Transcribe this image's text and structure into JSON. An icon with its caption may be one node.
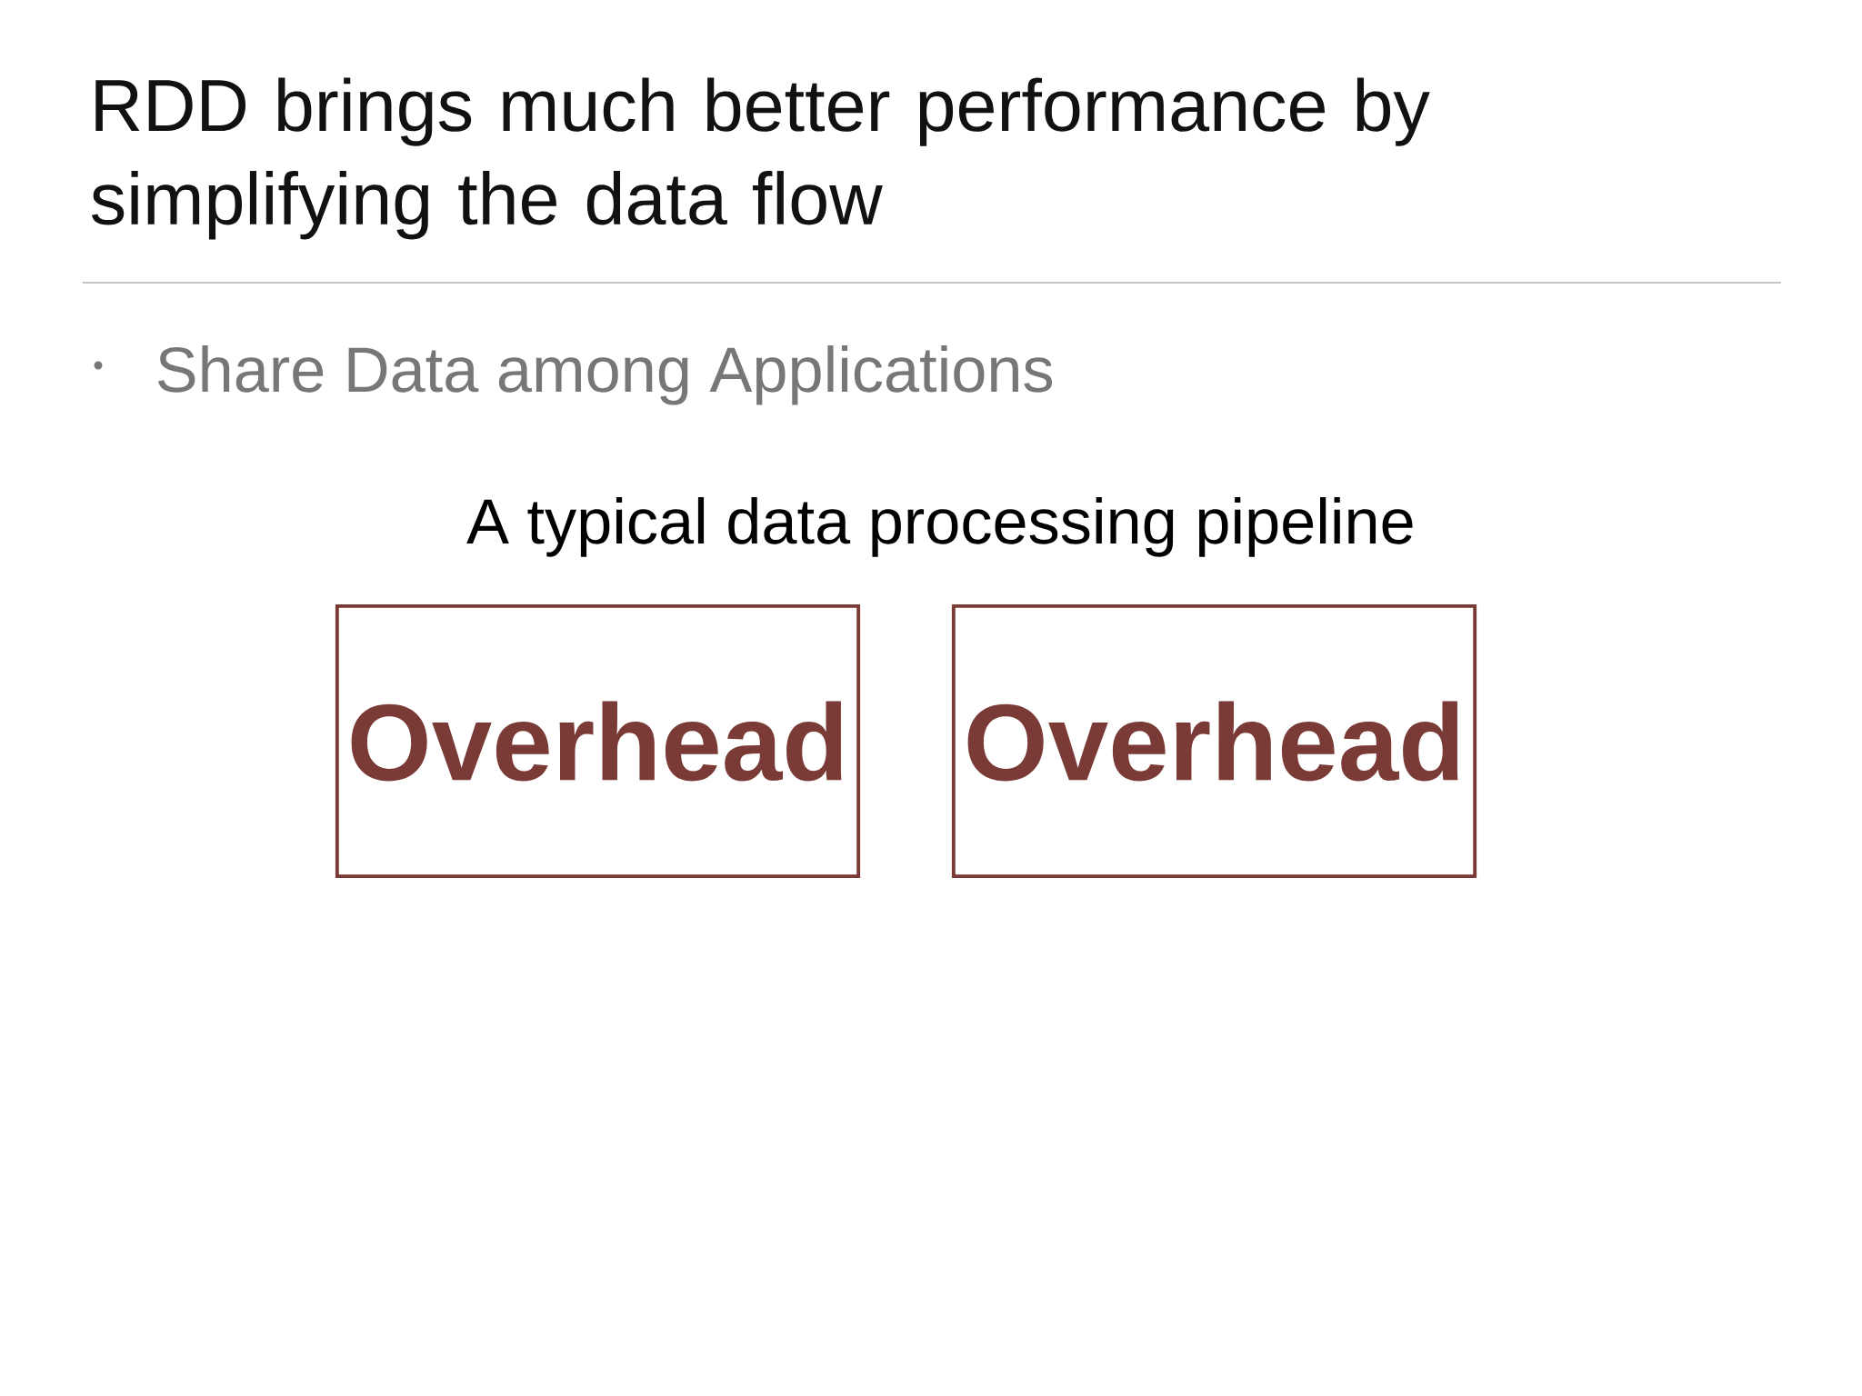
{
  "diagram": {
    "title": "RDD brings much better performance by simplifying the data flow",
    "nodes": [
      {
        "text": [
          "Overhead"
        ]
      },
      {
        "text": [
          "Overhead"
        ]
      }
    ],
    "labels": [
      "Share Data among Applications",
      "A typical data processing pipeline"
    ]
  }
}
